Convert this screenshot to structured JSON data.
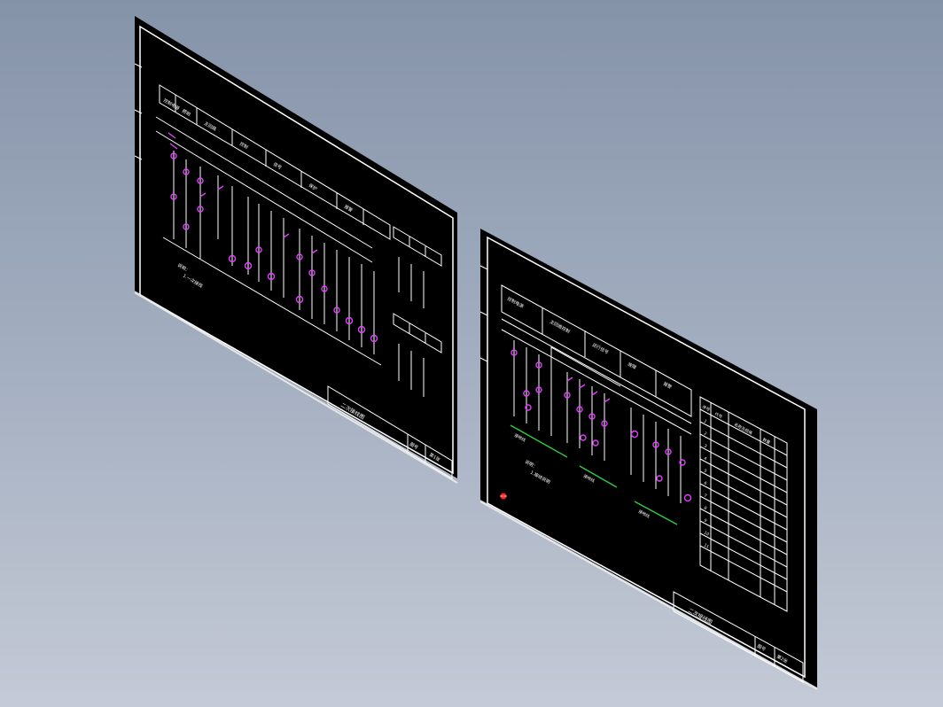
{
  "viewport": {
    "background_top": "#8593a9",
    "background_bottom": "#c4cad6",
    "view_mode": "isometric"
  },
  "colors": {
    "sheet": "#000000",
    "frame": "#ffffff",
    "wire": "#ffffff",
    "component": "#e040fb",
    "ground_wire": "#2ecc40",
    "marker": "#ff2222"
  },
  "sheets": [
    {
      "name": "drawing-sheet-left",
      "title_block": {
        "title": "二次接线图",
        "sheet_label": "图号",
        "page_label": "第1张"
      }
    },
    {
      "name": "drawing-sheet-right",
      "title_block": {
        "title": "二次接线图",
        "sheet_label": "图号",
        "page_label": "第2张"
      }
    }
  ],
  "icons": {
    "origin_marker": "red-dot-icon"
  }
}
